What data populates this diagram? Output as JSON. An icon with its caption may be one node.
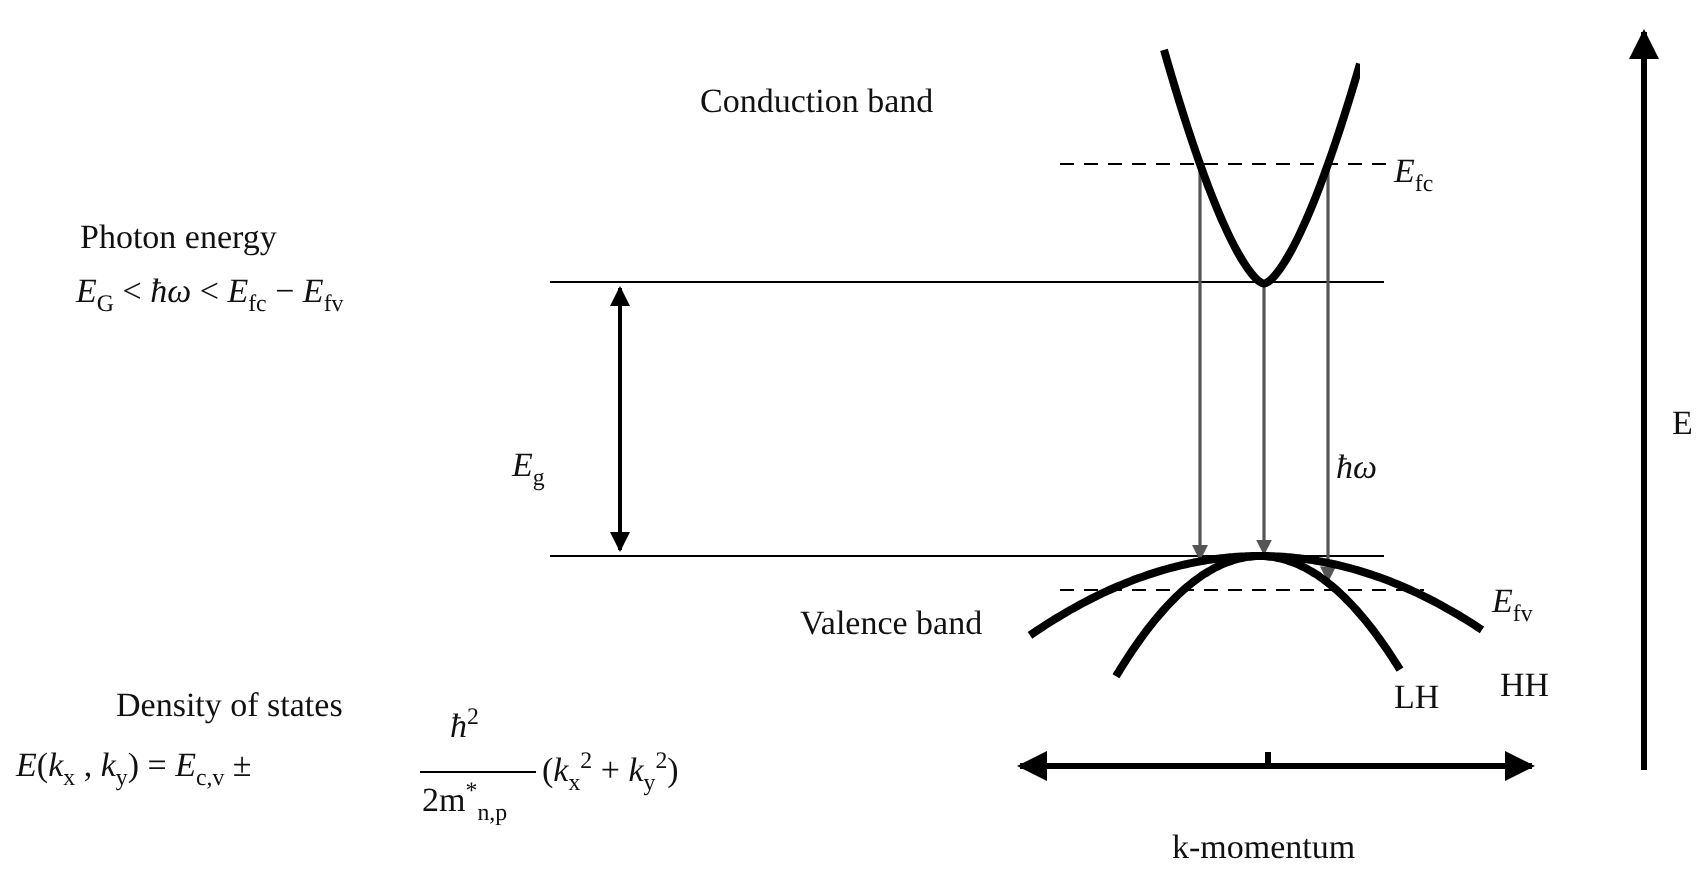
{
  "diagram": {
    "nodes": [
      {
        "text": [],
        "shape": "curve"
      },
      {
        "text": [],
        "shape": "curve"
      }
    ],
    "edges": [
      {
        "from": 0,
        "to": 1,
        "arrow": "to"
      },
      {
        "from": 0,
        "to": 1,
        "arrow": "to"
      },
      {
        "from": 0,
        "to": 1,
        "arrow": "to"
      }
    ],
    "labels": [
      "Conduction band",
      "*E*$_{fc}$",
      "Photon energy",
      "*E*$_{G}$ < *ħω* < *E*$_{fc}$ − *E*$_{fv}$",
      "*E*$_{g}$",
      "*ħω*",
      "E",
      "Valence band",
      "*E*$_{fv}$",
      "Density of states",
      "*E*(*k*$_{x}$ , *k*$_{y}$) = *E*$_{c,v}$ ±",
      "*ħ*$^{2}$",
      "2m$^{*}$$_{n,p}$",
      "(*k*$_{x}$$^{2}$ + *k*$_{y}$$^{2}$)",
      "LH",
      "HH",
      "k-momentum"
    ]
  }
}
